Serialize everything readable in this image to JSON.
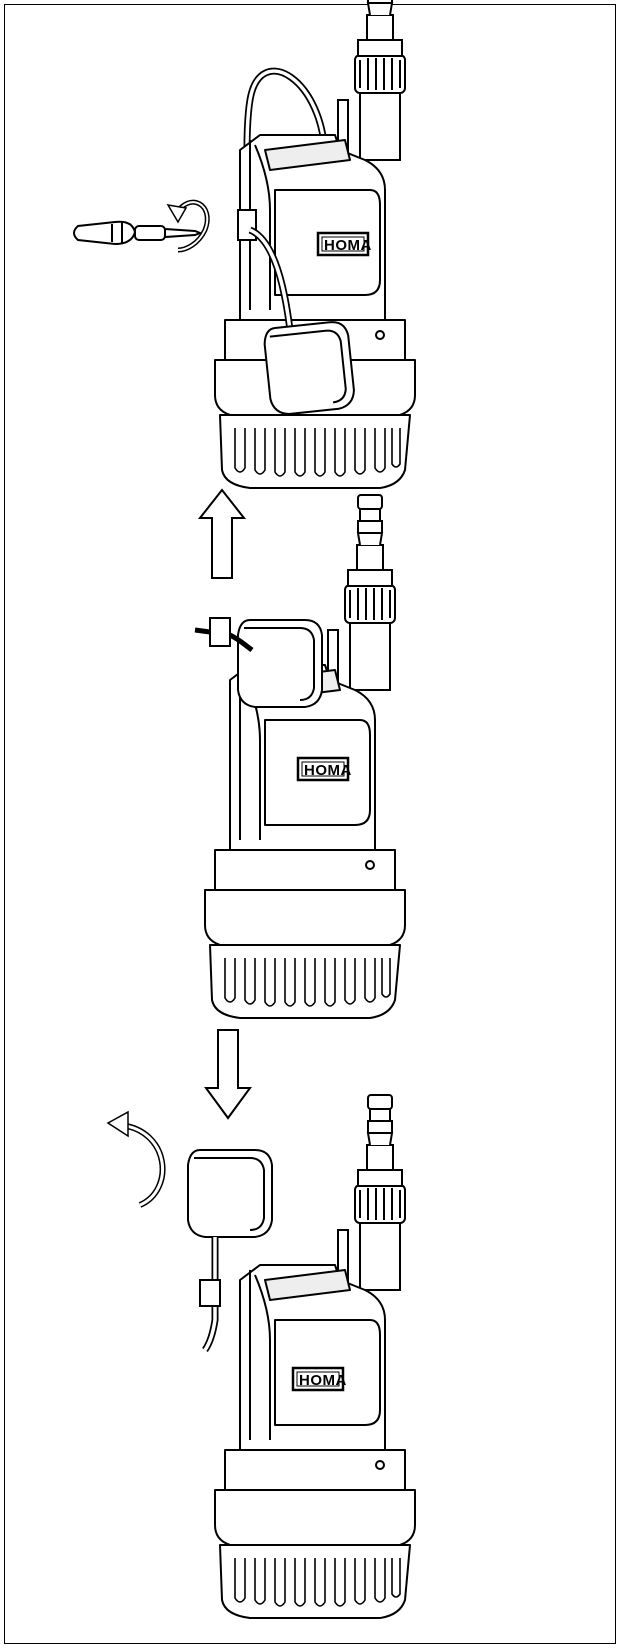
{
  "figure": {
    "logo_text": "HOMA",
    "steps": [
      {
        "id": "step-1",
        "action": "unscrew-clamp"
      },
      {
        "id": "step-2",
        "action": "lift-float-switch"
      },
      {
        "id": "step-3",
        "action": "reattach-float-switch"
      }
    ]
  },
  "colors": {
    "line": "#000000",
    "fill": "#ffffff",
    "shade": "#d9d9d9",
    "dark": "#222222"
  }
}
